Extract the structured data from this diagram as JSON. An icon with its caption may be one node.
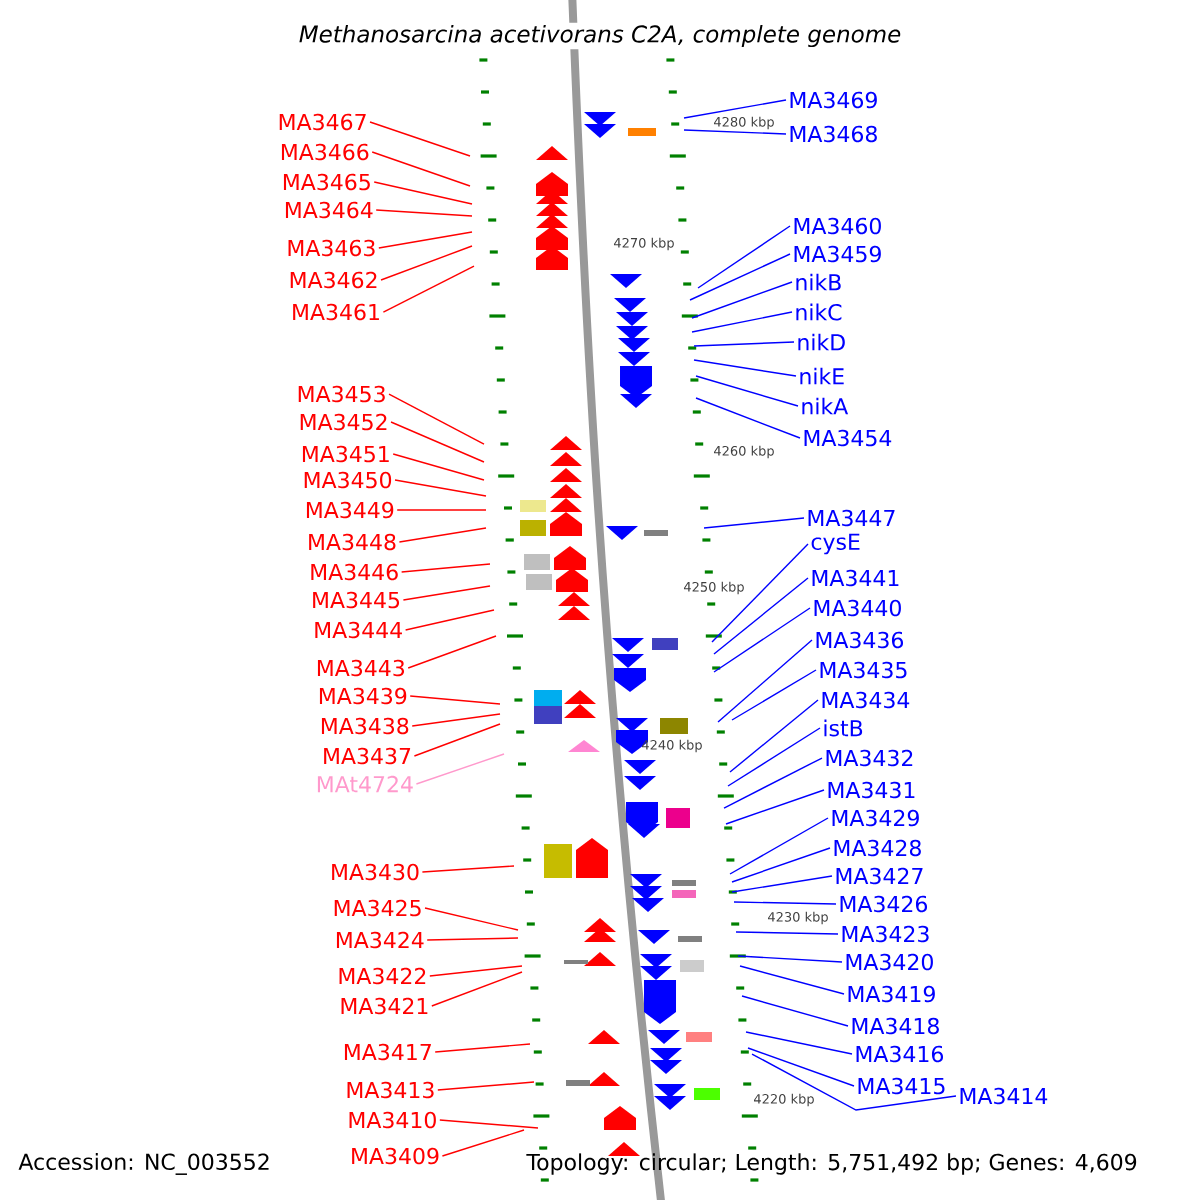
{
  "diagram": {
    "title": "*Methanosarcina acetivorans C2A, complete genome*",
    "nodes": [
      {
        "text": [
          "MA3467"
        ]
      },
      {
        "text": [
          "MA3466"
        ]
      },
      {
        "text": [
          "MA3465"
        ]
      },
      {
        "text": [
          "MA3464"
        ]
      },
      {
        "text": [
          "MA3463"
        ]
      },
      {
        "text": [
          "MA3462"
        ]
      },
      {
        "text": [
          "MA3461"
        ]
      },
      {
        "text": [
          "MA3453"
        ]
      },
      {
        "text": [
          "MA3452"
        ]
      },
      {
        "text": [
          "MA3451"
        ]
      },
      {
        "text": [
          "MA3450"
        ]
      },
      {
        "text": [
          "MA3449"
        ]
      },
      {
        "text": [
          "MA3448"
        ]
      },
      {
        "text": [
          "MA3446"
        ]
      },
      {
        "text": [
          "MA3445"
        ]
      },
      {
        "text": [
          "MA3444"
        ]
      },
      {
        "text": [
          "MA3443"
        ]
      },
      {
        "text": [
          "MA3439"
        ]
      },
      {
        "text": [
          "MA3438"
        ]
      },
      {
        "text": [
          "MA3437"
        ]
      },
      {
        "text": [
          "MAt4724"
        ]
      },
      {
        "text": [
          "MA3430"
        ]
      },
      {
        "text": [
          "MA3425"
        ]
      },
      {
        "text": [
          "MA3424"
        ]
      },
      {
        "text": [
          "MA3422"
        ]
      },
      {
        "text": [
          "MA3421"
        ]
      },
      {
        "text": [
          "MA3417"
        ]
      },
      {
        "text": [
          "MA3413"
        ]
      },
      {
        "text": [
          "MA3410"
        ]
      },
      {
        "text": [
          "MA3409"
        ]
      },
      {
        "text": [
          "MA3469"
        ]
      },
      {
        "text": [
          "MA3468"
        ]
      },
      {
        "text": [
          "MA3460"
        ]
      },
      {
        "text": [
          "MA3459"
        ]
      },
      {
        "text": [
          "nikB"
        ]
      },
      {
        "text": [
          "nikC"
        ]
      },
      {
        "text": [
          "nikD"
        ]
      },
      {
        "text": [
          "nikE"
        ]
      },
      {
        "text": [
          "nikA"
        ]
      },
      {
        "text": [
          "MA3454"
        ]
      },
      {
        "text": [
          "MA3447"
        ]
      },
      {
        "text": [
          "cysE"
        ]
      },
      {
        "text": [
          "MA3441"
        ]
      },
      {
        "text": [
          "MA3440"
        ]
      },
      {
        "text": [
          "MA3436"
        ]
      },
      {
        "text": [
          "MA3435"
        ]
      },
      {
        "text": [
          "MA3434"
        ]
      },
      {
        "text": [
          "istB"
        ]
      },
      {
        "text": [
          "MA3432"
        ]
      },
      {
        "text": [
          "MA3431"
        ]
      },
      {
        "text": [
          "MA3429"
        ]
      },
      {
        "text": [
          "MA3428"
        ]
      },
      {
        "text": [
          "MA3427"
        ]
      },
      {
        "text": [
          "MA3426"
        ]
      },
      {
        "text": [
          "MA3423"
        ]
      },
      {
        "text": [
          "MA3420"
        ]
      },
      {
        "text": [
          "MA3419"
        ]
      },
      {
        "text": [
          "MA3418"
        ]
      },
      {
        "text": [
          "MA3416"
        ]
      },
      {
        "text": [
          "MA3415"
        ]
      },
      {
        "text": [
          "MA3414"
        ]
      }
    ],
    "edges": [
      {
        "from": 0,
        "to": null,
        "arrow": "none",
        "color": "#ff0000"
      },
      {
        "from": 1,
        "to": null,
        "arrow": "none",
        "color": "#ff0000"
      },
      {
        "from": 2,
        "to": null,
        "arrow": "none",
        "color": "#ff0000"
      },
      {
        "from": 3,
        "to": null,
        "arrow": "none",
        "color": "#ff0000"
      },
      {
        "from": 4,
        "to": null,
        "arrow": "none",
        "color": "#ff0000"
      },
      {
        "from": 5,
        "to": null,
        "arrow": "none",
        "color": "#ff0000"
      },
      {
        "from": 6,
        "to": null,
        "arrow": "none",
        "color": "#ff0000"
      },
      {
        "from": 7,
        "to": null,
        "arrow": "none",
        "color": "#ff0000"
      },
      {
        "from": 8,
        "to": null,
        "arrow": "none",
        "color": "#ff0000"
      },
      {
        "from": 9,
        "to": null,
        "arrow": "none",
        "color": "#ff0000"
      },
      {
        "from": 10,
        "to": null,
        "arrow": "none",
        "color": "#ff0000"
      },
      {
        "from": 11,
        "to": null,
        "arrow": "none",
        "color": "#ff0000"
      },
      {
        "from": 12,
        "to": null,
        "arrow": "none",
        "color": "#ff0000"
      },
      {
        "from": 13,
        "to": null,
        "arrow": "none",
        "color": "#ff0000"
      },
      {
        "from": 14,
        "to": null,
        "arrow": "none",
        "color": "#ff0000"
      },
      {
        "from": 15,
        "to": null,
        "arrow": "none",
        "color": "#ff0000"
      },
      {
        "from": 16,
        "to": null,
        "arrow": "none",
        "color": "#ff0000"
      },
      {
        "from": 17,
        "to": null,
        "arrow": "none",
        "color": "#ff0000"
      },
      {
        "from": 18,
        "to": null,
        "arrow": "none",
        "color": "#ff0000"
      },
      {
        "from": 19,
        "to": null,
        "arrow": "none",
        "color": "#ff0000"
      },
      {
        "from": 20,
        "to": null,
        "arrow": "none",
        "color": "#ff99cc"
      },
      {
        "from": 21,
        "to": null,
        "arrow": "none",
        "color": "#ff0000"
      },
      {
        "from": 22,
        "to": null,
        "arrow": "none",
        "color": "#ff0000"
      },
      {
        "from": 23,
        "to": null,
        "arrow": "none",
        "color": "#ff0000"
      },
      {
        "from": 24,
        "to": null,
        "arrow": "none",
        "color": "#ff0000"
      },
      {
        "from": 25,
        "to": null,
        "arrow": "none",
        "color": "#ff0000"
      },
      {
        "from": 26,
        "to": null,
        "arrow": "none",
        "color": "#ff0000"
      },
      {
        "from": 27,
        "to": null,
        "arrow": "none",
        "color": "#ff0000"
      },
      {
        "from": 28,
        "to": null,
        "arrow": "none",
        "color": "#ff0000"
      },
      {
        "from": 29,
        "to": null,
        "arrow": "none",
        "color": "#ff0000"
      },
      {
        "from": 30,
        "to": null,
        "arrow": "none",
        "color": "#0000ff"
      },
      {
        "from": 31,
        "to": null,
        "arrow": "none",
        "color": "#0000ff"
      },
      {
        "from": 32,
        "to": null,
        "arrow": "none",
        "color": "#0000ff"
      },
      {
        "from": 33,
        "to": null,
        "arrow": "none",
        "color": "#0000ff"
      },
      {
        "from": 34,
        "to": null,
        "arrow": "none",
        "color": "#0000ff"
      },
      {
        "from": 35,
        "to": null,
        "arrow": "none",
        "color": "#0000ff"
      },
      {
        "from": 36,
        "to": null,
        "arrow": "none",
        "color": "#0000ff"
      },
      {
        "from": 37,
        "to": null,
        "arrow": "none",
        "color": "#0000ff"
      },
      {
        "from": 38,
        "to": null,
        "arrow": "none",
        "color": "#0000ff"
      },
      {
        "from": 39,
        "to": null,
        "arrow": "none",
        "color": "#0000ff"
      },
      {
        "from": 40,
        "to": null,
        "arrow": "none",
        "color": "#0000ff"
      },
      {
        "from": 41,
        "to": null,
        "arrow": "none",
        "color": "#0000ff"
      },
      {
        "from": 42,
        "to": null,
        "arrow": "none",
        "color": "#0000ff"
      },
      {
        "from": 43,
        "to": null,
        "arrow": "none",
        "color": "#0000ff"
      },
      {
        "from": 44,
        "to": null,
        "arrow": "none",
        "color": "#0000ff"
      },
      {
        "from": 45,
        "to": null,
        "arrow": "none",
        "color": "#0000ff"
      },
      {
        "from": 46,
        "to": null,
        "arrow": "none",
        "color": "#0000ff"
      },
      {
        "from": 47,
        "to": null,
        "arrow": "none",
        "color": "#0000ff"
      },
      {
        "from": 48,
        "to": null,
        "arrow": "none",
        "color": "#0000ff"
      },
      {
        "from": 49,
        "to": null,
        "arrow": "none",
        "color": "#0000ff"
      },
      {
        "from": 50,
        "to": null,
        "arrow": "none",
        "color": "#0000ff"
      },
      {
        "from": 51,
        "to": null,
        "arrow": "none",
        "color": "#0000ff"
      },
      {
        "from": 52,
        "to": null,
        "arrow": "none",
        "color": "#0000ff"
      },
      {
        "from": 53,
        "to": null,
        "arrow": "none",
        "color": "#0000ff"
      },
      {
        "from": 54,
        "to": null,
        "arrow": "none",
        "color": "#0000ff"
      },
      {
        "from": 55,
        "to": null,
        "arrow": "none",
        "color": "#0000ff"
      },
      {
        "from": 56,
        "to": null,
        "arrow": "none",
        "color": "#0000ff"
      },
      {
        "from": 57,
        "to": null,
        "arrow": "none",
        "color": "#0000ff"
      },
      {
        "from": 58,
        "to": null,
        "arrow": "none",
        "color": "#0000ff"
      },
      {
        "from": 59,
        "to": null,
        "arrow": "none",
        "color": "#0000ff"
      },
      {
        "from": 60,
        "to": null,
        "arrow": "none",
        "color": "#0000ff"
      }
    ],
    "labels": [
      "4280 kbp",
      "4270 kbp",
      "4260 kbp",
      "4250 kbp",
      "4240 kbp",
      "4230 kbp",
      "4220 kbp",
      "Accession: NC_003552",
      "Topology: circular; Length: 5,751,492 bp; Genes: 4,609"
    ]
  }
}
